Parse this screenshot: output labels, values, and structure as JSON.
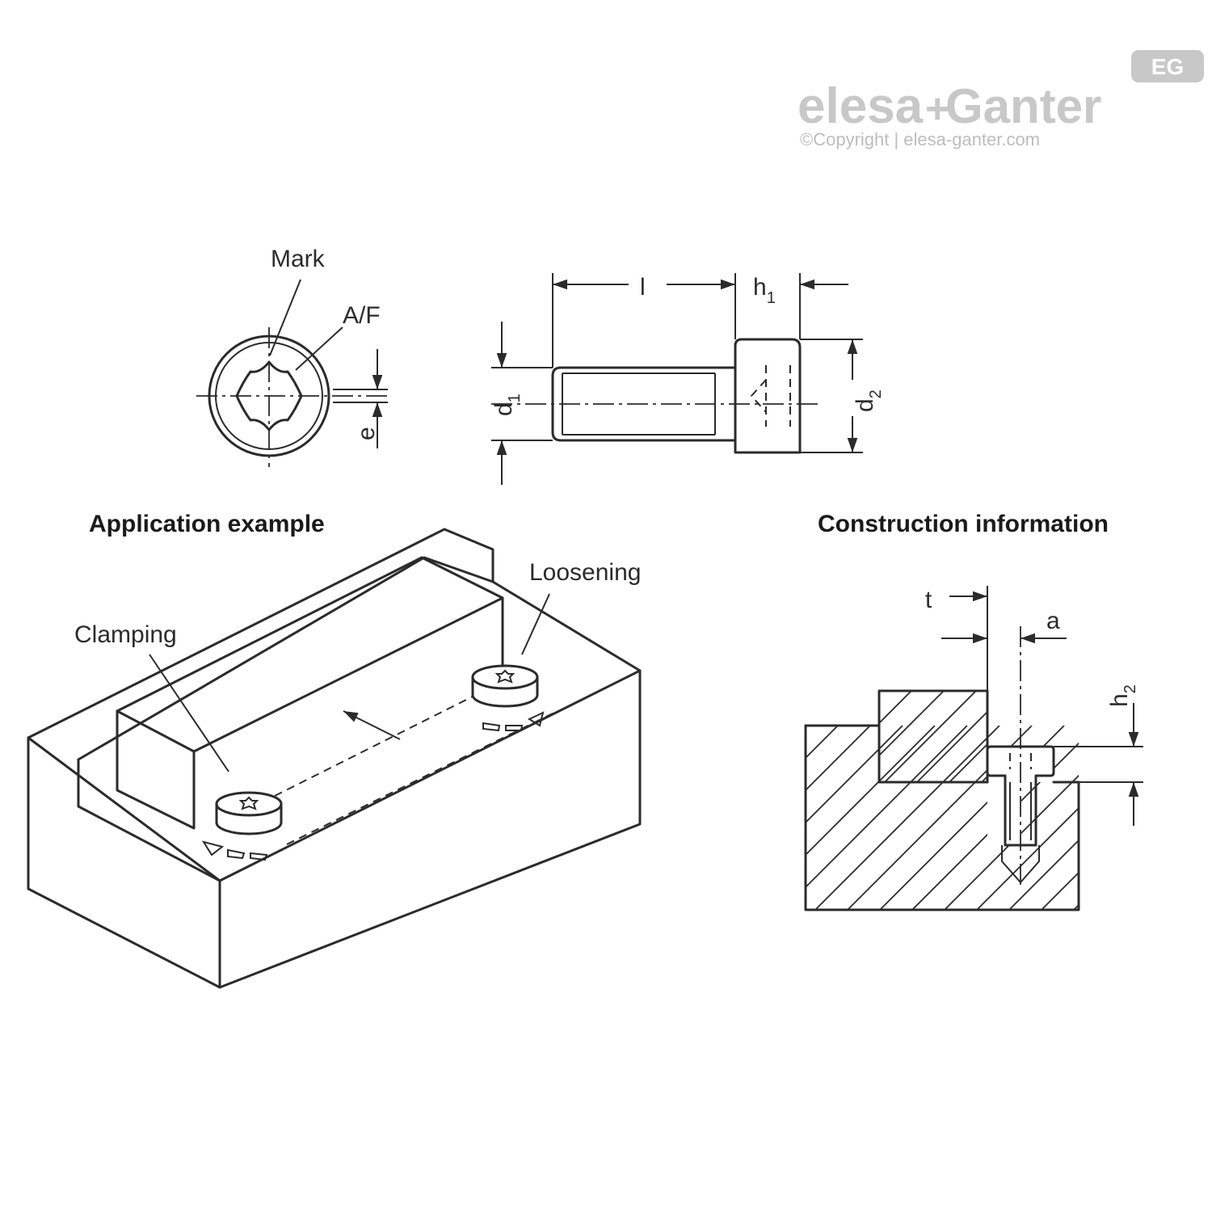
{
  "brand": {
    "logo_elesa": "elesa",
    "logo_plus": "+",
    "logo_ganter": "Ganter",
    "copyright": "©Copyright | elesa-ganter.com",
    "badge": "EG",
    "color": "#c8c8c8"
  },
  "top_view": {
    "mark_label": "Mark",
    "af_label": "A/F",
    "e_label": "e"
  },
  "side_view": {
    "l_label": "l",
    "h1_label": "h",
    "h1_sub": "1",
    "d1_label": "d",
    "d1_sub": "1",
    "d2_label": "d",
    "d2_sub": "2"
  },
  "application": {
    "heading": "Application example",
    "clamping_label": "Clamping",
    "loosening_label": "Loosening"
  },
  "construction": {
    "heading": "Construction information",
    "t_label": "t",
    "a_label": "a",
    "h2_label": "h",
    "h2_sub": "2"
  }
}
